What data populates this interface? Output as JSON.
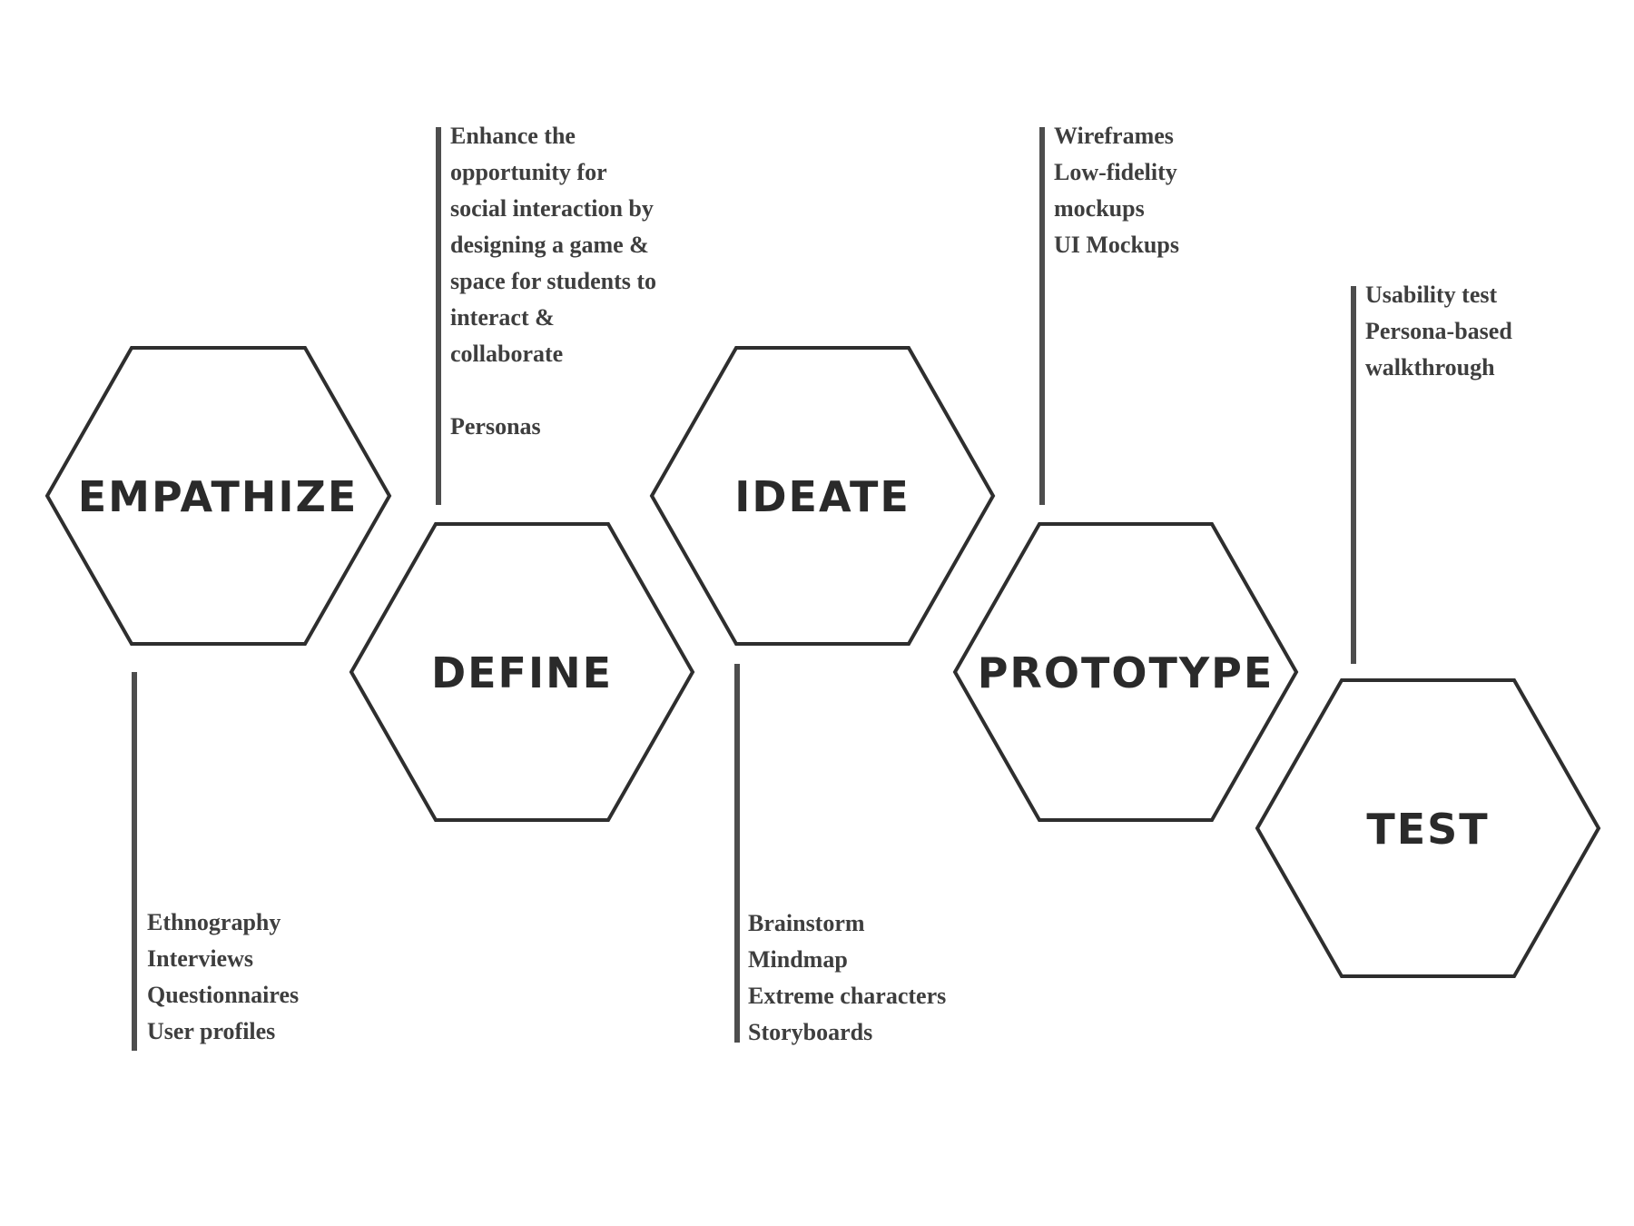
{
  "diagram": {
    "stages": [
      {
        "id": "empathize",
        "label": "EMPATHIZE",
        "notes": [
          "Ethnography",
          "Interviews",
          "Questionnaires",
          "User profiles"
        ]
      },
      {
        "id": "define",
        "label": "DEFINE",
        "notes": [
          "Enhance the",
          "opportunity for",
          "social interaction by",
          "designing a game &",
          "space for students to",
          "interact &",
          "collaborate",
          "",
          "Personas"
        ]
      },
      {
        "id": "ideate",
        "label": "IDEATE",
        "notes": [
          "Brainstorm",
          "Mindmap",
          "Extreme characters",
          "Storyboards"
        ]
      },
      {
        "id": "prototype",
        "label": "PROTOTYPE",
        "notes": [
          "Wireframes",
          "Low-fidelity",
          "mockups",
          "UI Mockups"
        ]
      },
      {
        "id": "test",
        "label": "TEST",
        "notes": [
          "Usability test",
          "Persona-based",
          "walkthrough"
        ]
      }
    ]
  },
  "colors": {
    "hex_stroke": "#2e2e2e",
    "label_text": "#2a2a2a",
    "connector": "#4d4d4d",
    "note_text": "#3e3e3e",
    "background": "#ffffff"
  }
}
